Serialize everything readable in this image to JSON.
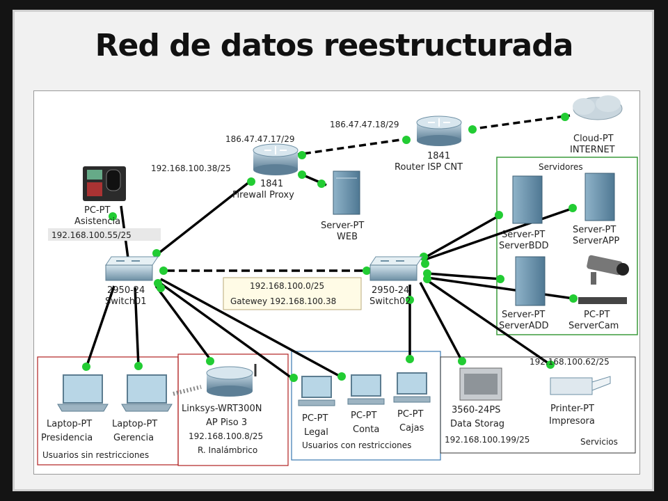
{
  "title": "Red de datos reestructurada",
  "devices": {
    "cloud": {
      "type": "Cloud-PT",
      "name": "INTERNET"
    },
    "router_isp": {
      "type": "1841",
      "name": "Router ISP CNT",
      "ip": "186.47.47.18/29"
    },
    "firewall": {
      "type": "1841",
      "name": "Firewall Proxy",
      "ip_wan": "186.47.47.17/29",
      "ip_lan": "192.168.100.38/25"
    },
    "server_web": {
      "type": "Server-PT",
      "name": "WEB"
    },
    "asistencia": {
      "type": "PC-PT",
      "name": "Asistencia",
      "ip": "192.168.100.55/25"
    },
    "switch01": {
      "type": "2950-24",
      "name": "Switch01"
    },
    "switch02": {
      "type": "2950-24",
      "name": "Switch02"
    },
    "network_note": {
      "line1": "192.168.100.0/25",
      "line2": "Gatewey 192.168.100.38"
    },
    "server_bdd": {
      "type": "Server-PT",
      "name": "ServerBDD"
    },
    "server_app": {
      "type": "Server-PT",
      "name": "ServerAPP"
    },
    "server_add": {
      "type": "Server-PT",
      "name": "ServerADD"
    },
    "server_cam": {
      "type": "PC-PT",
      "name": "ServerCam"
    },
    "laptop_pres": {
      "type": "Laptop-PT",
      "name": "Presidencia"
    },
    "laptop_ger": {
      "type": "Laptop-PT",
      "name": "Gerencia"
    },
    "ap": {
      "type": "Linksys-WRT300N",
      "name": "AP Piso 3",
      "ip": "192.168.100.8/25",
      "note": "R. Inalámbrico"
    },
    "pc_legal": {
      "type": "PC-PT",
      "name": "Legal"
    },
    "pc_conta": {
      "type": "PC-PT",
      "name": "Conta"
    },
    "pc_cajas": {
      "type": "PC-PT",
      "name": "Cajas"
    },
    "storage": {
      "type": "3560-24PS",
      "name": "Data Storag",
      "ip": "192.168.100.199/25"
    },
    "printer": {
      "type": "Printer-PT",
      "name": "Impresora",
      "ip": "192.168.100.62/25"
    }
  },
  "groups": {
    "servidores": "Servidores",
    "sin_restricciones": "Usuarios sin restricciones",
    "con_restricciones": "Usuarios con restricciones",
    "servicios": "Servicios"
  },
  "colors": {
    "link": "#000000",
    "port_up": "#22cc33",
    "group_green": "#3a9a3a",
    "group_red": "#b02020",
    "group_blue": "#3a78b0",
    "group_dark": "#333333"
  }
}
